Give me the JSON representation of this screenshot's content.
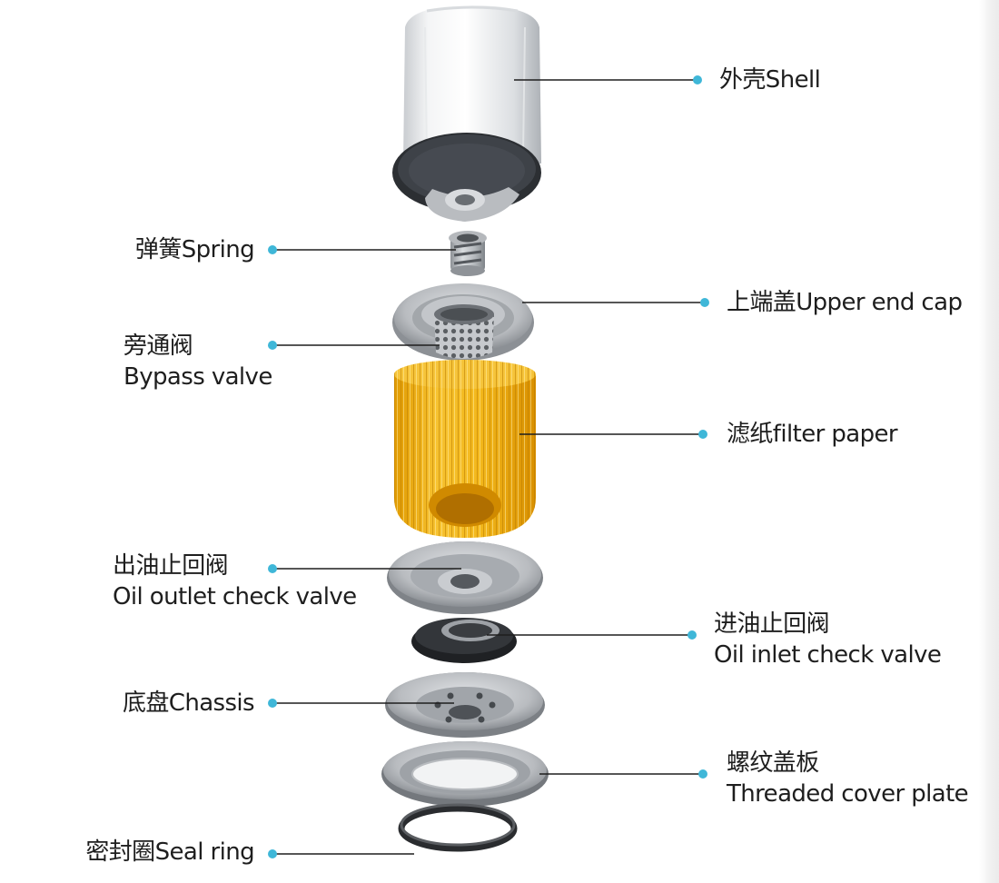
{
  "colors": {
    "leader_dot": "#3fb7d8",
    "leader_line": "#1e1e1e",
    "filter_paper": "#f1b318",
    "metal": "#a9acb0",
    "rubber": "#2b2b2b",
    "text": "#1e1e1e"
  },
  "labels": {
    "shell": "外壳Shell",
    "spring": "弹簧Spring",
    "upper_end_cap": "上端盖Upper end cap",
    "bypass_valve_cn": "旁通阀",
    "bypass_valve_en": "Bypass valve",
    "filter_paper": "滤纸filter paper",
    "oil_outlet_cn": "出油止回阀",
    "oil_outlet_en": "Oil outlet check valve",
    "oil_inlet_cn": "进油止回阀",
    "oil_inlet_en": "Oil inlet check valve",
    "chassis": "底盘Chassis",
    "threaded_cn": "螺纹盖板",
    "threaded_en": "Threaded cover plate",
    "seal_ring": "密封圈Seal ring"
  },
  "components": [
    {
      "id": "shell",
      "icon": "filter-shell-icon"
    },
    {
      "id": "spring",
      "icon": "spring-icon"
    },
    {
      "id": "upper-end-cap",
      "icon": "end-cap-icon"
    },
    {
      "id": "bypass-valve",
      "icon": "perforated-tube-icon"
    },
    {
      "id": "filter-paper",
      "icon": "pleated-filter-icon"
    },
    {
      "id": "oil-outlet-check-valve",
      "icon": "disc-valve-icon"
    },
    {
      "id": "oil-inlet-check-valve",
      "icon": "rubber-valve-icon"
    },
    {
      "id": "chassis",
      "icon": "base-plate-icon"
    },
    {
      "id": "threaded-cover-plate",
      "icon": "threaded-plate-icon"
    },
    {
      "id": "seal-ring",
      "icon": "gasket-icon"
    }
  ]
}
